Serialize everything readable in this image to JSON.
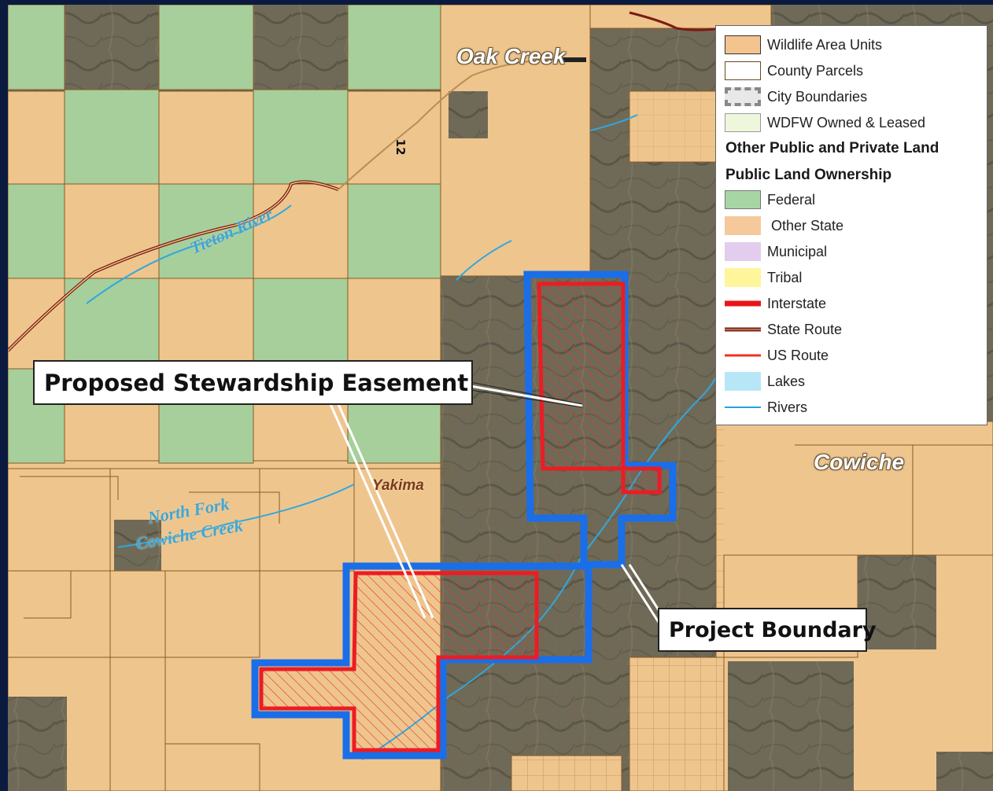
{
  "place_labels": {
    "oak_creek": "Oak Creek",
    "cowiche": "Cowiche",
    "yakima": "Yakima"
  },
  "river_labels": {
    "tieton": "Tieton River",
    "north_fork": "North Fork",
    "cowiche_creek": "Cowiche Creek"
  },
  "route_shield": "12",
  "callouts": {
    "easement": "Proposed Stewardship Easement",
    "project_boundary": "Project Boundary"
  },
  "legend": {
    "items_top": [
      {
        "label": "Wildlife Area Units",
        "icon": "swatch",
        "fill": "#f4c48f",
        "border": "#333333"
      },
      {
        "label": "County Parcels",
        "icon": "swatch",
        "fill": "#ffffff",
        "border": "#6b4a1e"
      },
      {
        "label": "City Boundaries",
        "icon": "dashed",
        "fill": "#e8e8e8",
        "border": "#888888"
      },
      {
        "label": "WDFW Owned & Leased",
        "icon": "swatch",
        "fill": "#eef7dc",
        "border": "#999999"
      }
    ],
    "heading_other": "Other Public and Private Land",
    "heading_public": "Public Land Ownership",
    "items_bottom": [
      {
        "label": "Federal",
        "icon": "swatch",
        "fill": "#a8d5a4",
        "border": "#777777"
      },
      {
        "label": " Other State",
        "icon": "swatch",
        "fill": "#f5c99b",
        "border": "#f5c99b"
      },
      {
        "label": "Municipal",
        "icon": "swatch",
        "fill": "#e3cdee",
        "border": "#e3cdee"
      },
      {
        "label": "Tribal",
        "icon": "swatch",
        "fill": "#fff59a",
        "border": "#fff59a"
      },
      {
        "label": "Interstate",
        "icon": "line",
        "color": "#e8151b"
      },
      {
        "label": "State Route",
        "icon": "double-line",
        "color": "#7a1c12"
      },
      {
        "label": "US Route",
        "icon": "line-thin",
        "color": "#ee3322"
      },
      {
        "label": "Lakes",
        "icon": "swatch",
        "fill": "#b7e6f7",
        "border": "#b7e6f7"
      },
      {
        "label": "Rivers",
        "icon": "line-river",
        "color": "#2a9fe0"
      }
    ]
  },
  "colors": {
    "project_boundary": "#1a6ee8",
    "easement_outline": "#ec1c24",
    "state_land": "#f0c890",
    "federal_land": "#a7cf9d",
    "parcel_lines": "#8a5a24",
    "river": "#2fa8df",
    "background_frame": "#0b1a3f"
  }
}
